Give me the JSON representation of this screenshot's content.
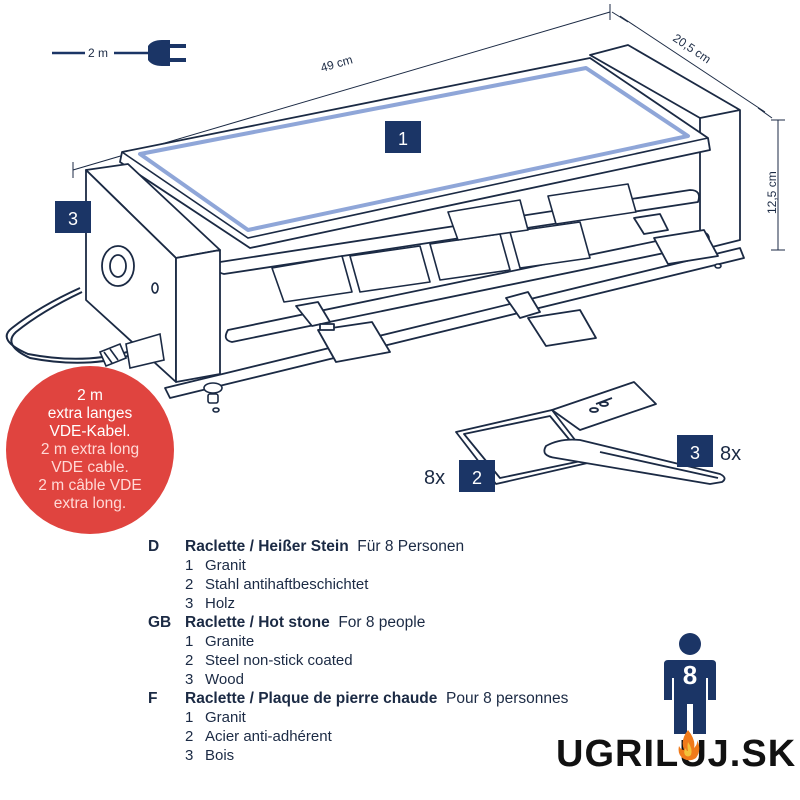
{
  "cable": {
    "length_label": "2 m"
  },
  "dimensions": {
    "width": "49 cm",
    "depth": "20,5 cm",
    "height": "12,5 cm"
  },
  "callouts": {
    "grill_stone": "1",
    "housing": "3",
    "pan": "2",
    "spatula": "3",
    "pan_count": "8x",
    "spatula_count": "8x"
  },
  "badge": {
    "lines_de": [
      "2 m",
      "extra langes",
      "VDE-Kabel."
    ],
    "lines_en": [
      "2 m extra long",
      "VDE cable."
    ],
    "lines_fr": [
      "2 m câble VDE",
      "extra long."
    ]
  },
  "specs": [
    {
      "code": "D",
      "title": "Raclette / Heißer Stein",
      "subtitle": "Für 8 Personen",
      "items": [
        {
          "num": "1",
          "text": "Granit"
        },
        {
          "num": "2",
          "text": "Stahl antihaftbeschichtet"
        },
        {
          "num": "3",
          "text": "Holz"
        }
      ]
    },
    {
      "code": "GB",
      "title": "Raclette / Hot stone",
      "subtitle": "For 8 people",
      "items": [
        {
          "num": "1",
          "text": "Granite"
        },
        {
          "num": "2",
          "text": "Steel non-stick coated"
        },
        {
          "num": "3",
          "text": "Wood"
        }
      ]
    },
    {
      "code": "F",
      "title": "Raclette / Plaque de pierre chaude",
      "subtitle": "Pour 8 personnes",
      "items": [
        {
          "num": "1",
          "text": "Granit"
        },
        {
          "num": "2",
          "text": "Acier anti-adhérent"
        },
        {
          "num": "3",
          "text": "Bois"
        }
      ]
    }
  ],
  "persons": {
    "count": "8"
  },
  "logo": {
    "text": "UGRILUJ.SK"
  },
  "colors": {
    "navy": "#1b3566",
    "line": "#1b2a44",
    "badge_red": "#e0443f",
    "stone_blue": "#8fa6d8"
  }
}
